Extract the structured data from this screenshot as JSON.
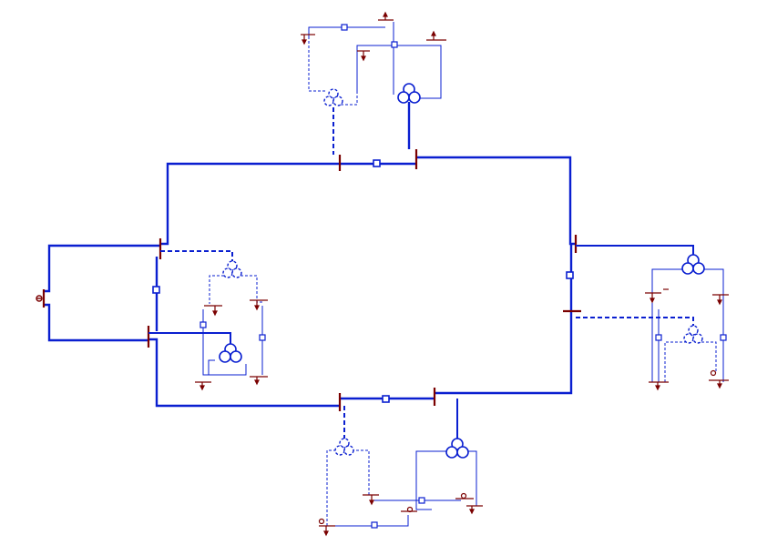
{
  "diagram": {
    "type": "single-line network schematic",
    "colors": {
      "background": "#ffffff",
      "line": "#0a1fd0",
      "bus": "#7a0000",
      "breaker_fill": "#ffffff"
    },
    "symbol_types": [
      "busbar",
      "circuit-breaker",
      "three-winding-transformer",
      "ground-arrow",
      "generator"
    ],
    "line_styles": [
      "solid",
      "dashed"
    ]
  }
}
